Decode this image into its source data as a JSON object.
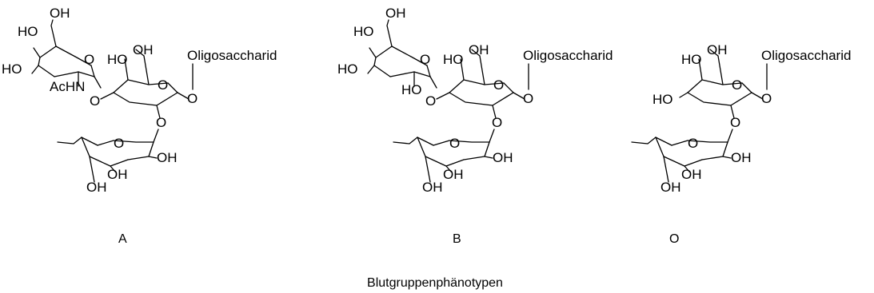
{
  "figure": {
    "caption": "Blutgruppenphänotypen",
    "structures": [
      {
        "letter": "A",
        "top_ring": {
          "oh1": "OH",
          "oh2": "HO",
          "oh3": "HO",
          "acetyl": "AcHN"
        },
        "middle_ring": {
          "oh1": "HO",
          "oh2": "OH",
          "aglycon": "Oligosaccharid"
        },
        "fucose": {
          "oh1": "OH",
          "oh2": "OH",
          "oh3": "OH"
        }
      },
      {
        "letter": "B",
        "top_ring": {
          "oh1": "OH",
          "oh2": "HO",
          "oh3": "HO",
          "oh4": "HO"
        },
        "middle_ring": {
          "oh1": "HO",
          "oh2": "OH",
          "aglycon": "Oligosaccharid"
        },
        "fucose": {
          "oh1": "OH",
          "oh2": "OH",
          "oh3": "OH"
        }
      },
      {
        "letter": "O",
        "middle_ring": {
          "oh1": "HO",
          "oh2": "OH",
          "oh3": "HO",
          "aglycon": "Oligosaccharid"
        },
        "fucose": {
          "oh1": "OH",
          "oh2": "OH",
          "oh3": "OH"
        }
      }
    ]
  }
}
